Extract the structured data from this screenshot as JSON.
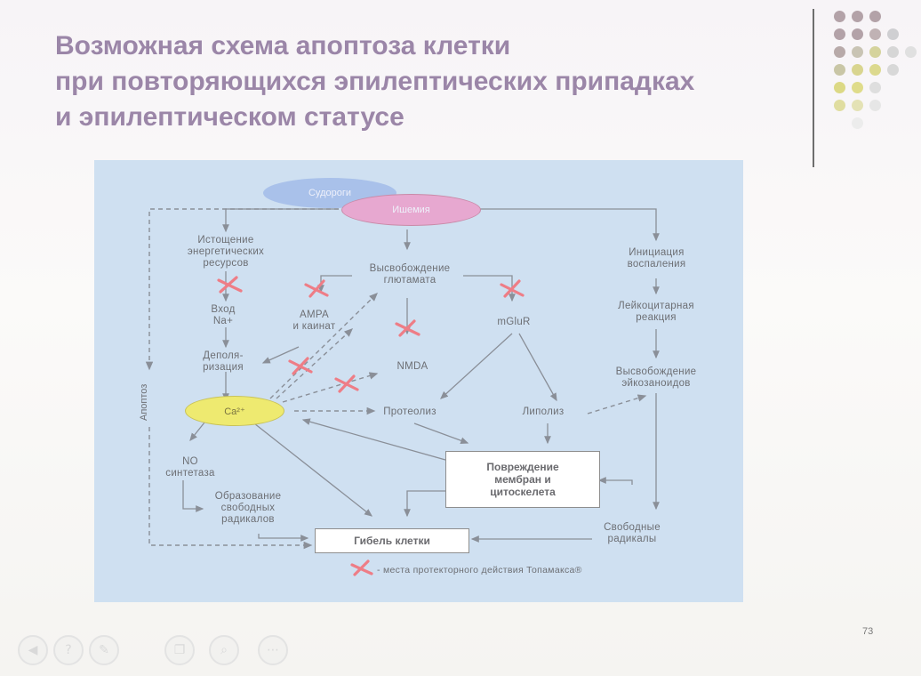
{
  "slide": {
    "title_lines": [
      "Возможная схема апоптоза клетки",
      "при повторяющихся эпилептических припадках",
      "и эпилептическом статусе"
    ],
    "page_number": "73"
  },
  "diagram": {
    "nodes": {
      "seizures": "Судороги",
      "ischemia": "Ишемия",
      "energy": "Истощение\nэнергетических\nресурсов",
      "na_entry": "Вход\nNa+",
      "depolarization": "Деполя-\nризация",
      "ca": "Ca²⁺",
      "no_synthase": "NO\nсинтетаза",
      "free_radicals_formation": "Образование\nсвободных\nрадикалов",
      "glutamate": "Высвобождение\nглютамата",
      "ampa": "AMPA\nи каинат",
      "nmda": "NMDA",
      "mglur": "mGluR",
      "proteolysis": "Протеолиз",
      "lipolysis": "Липолиз",
      "inflammation": "Инициация\nвоспаления",
      "leukocyte": "Лейкоцитарная\nреакция",
      "eicosanoids": "Высвобождение\nэйкозаноидов",
      "membrane_damage": "Повреждение\nмембран и\nцитоскелета",
      "free_radicals": "Свободные\nрадикалы",
      "cell_death": "Гибель клетки",
      "apoptosis": "Апоптоз"
    },
    "legend": "- места протекторного действия Топамакса®"
  },
  "colors": {
    "title": "#9b86a8",
    "diagram_bg": "#cfe0f1",
    "seizures_ellipse": "#a9c1ea",
    "ischemia_ellipse": "#e7a8d0",
    "ca_ellipse": "#eeea70",
    "cross_mark": "#ee7d86",
    "arrow": "#8a8f98"
  },
  "icons": {
    "controls": [
      "back-icon",
      "help-icon",
      "pen-icon",
      "copy-icon",
      "zoom-icon",
      "more-icon"
    ]
  }
}
